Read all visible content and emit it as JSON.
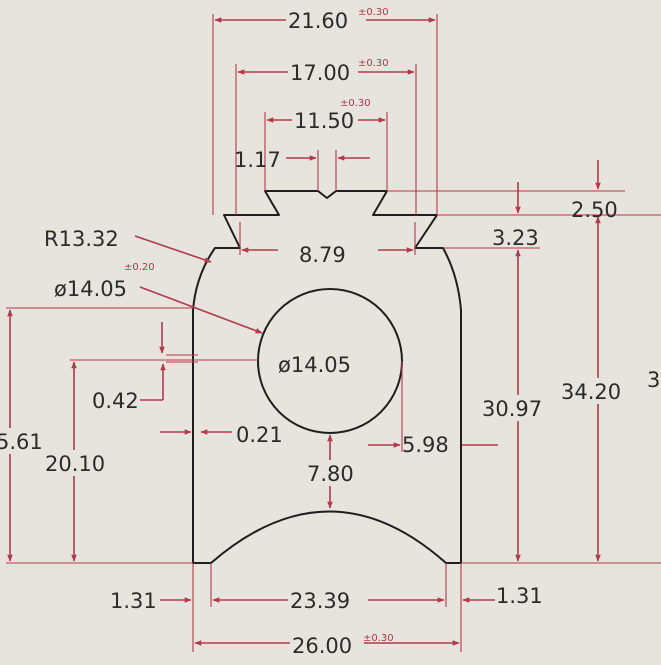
{
  "drawing": {
    "accent_color": "#b23a4c",
    "outline_color": "#1e1e1e",
    "paper_color": "#e6e4dc",
    "dims": {
      "overall_top_width": "21.60",
      "overall_top_width_tol": "±0.30",
      "dovetail_width": "17.00",
      "dovetail_width_tol": "±0.30",
      "top_neck_width": "11.50",
      "top_neck_width_tol": "±0.30",
      "notch_width": "1.17",
      "neck_inner_width": "8.79",
      "top_step": "2.50",
      "dovetail_depth": "3.23",
      "corner_radius": "R13.32",
      "hole_dia_callout": "ø14.05",
      "hole_dia_tol": "±0.20",
      "hole_dia_inside": "ø14.05",
      "offset_042": "0.42",
      "offset_021": "0.21",
      "hole_center_height": "20.10",
      "left_partial": "5.61",
      "hole_to_arch": "7.80",
      "hole_right_offset": "5.98",
      "right_height_3097": "30.97",
      "right_height_3420": "34.20",
      "right_partial": "3",
      "bottom_left_step": "1.31",
      "bottom_right_step": "1.31",
      "arch_width": "23.39",
      "bottom_width": "26.00",
      "bottom_width_tol": "±0.30"
    }
  }
}
